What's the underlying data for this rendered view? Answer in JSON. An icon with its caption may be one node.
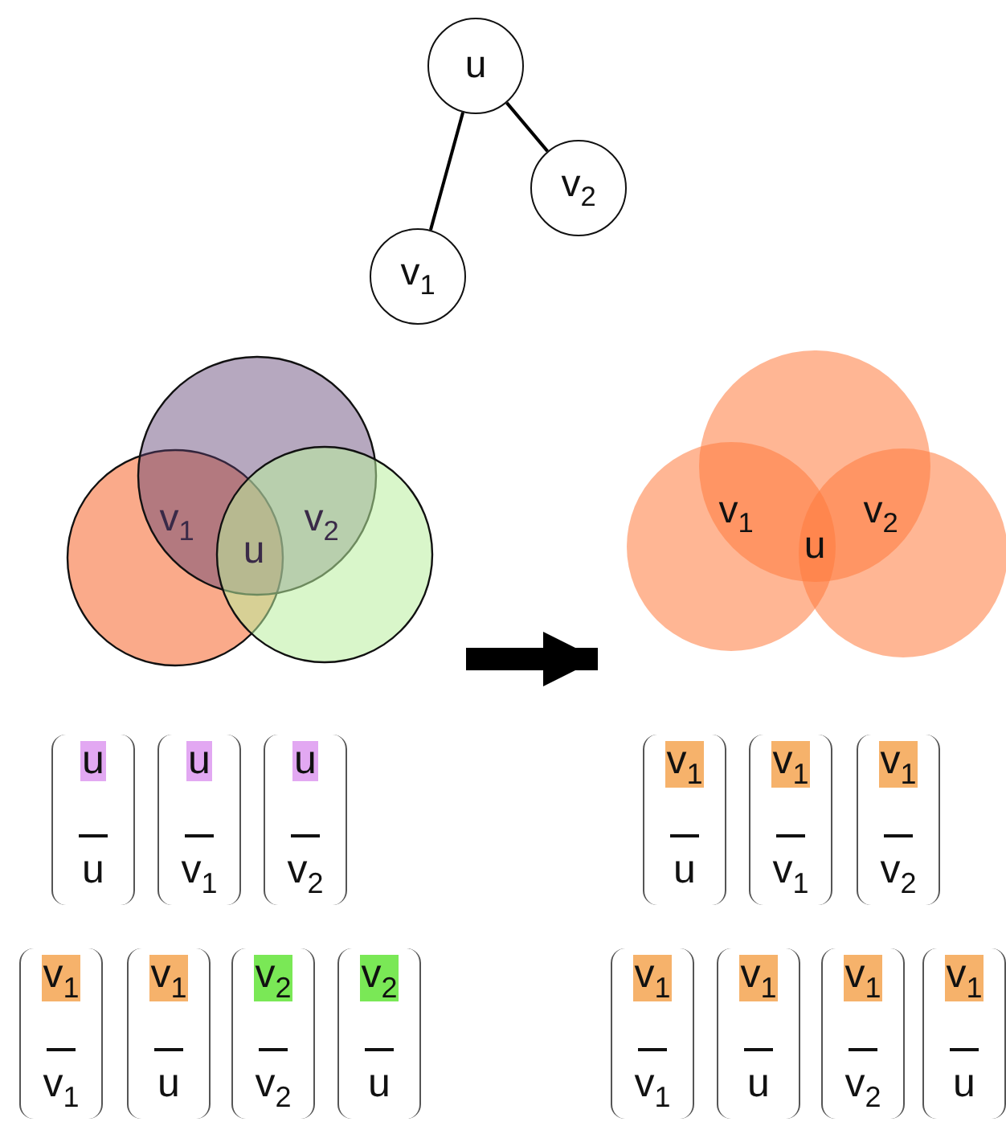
{
  "diagram": {
    "nodes": [
      {
        "text": [
          "u"
        ]
      },
      {
        "text": [
          "v$_{2}$"
        ]
      },
      {
        "text": [
          "v$_{1}$"
        ]
      },
      {
        "text": [
          "v$_{1}$",
          "u",
          "v$_{2}$"
        ]
      },
      {
        "text": [
          "v$_{1}$",
          "u",
          "v$_{2}$"
        ]
      }
    ],
    "edges": [
      {
        "from": 0,
        "to": 2,
        "arrow": "none"
      },
      {
        "from": 0,
        "to": 1,
        "arrow": "none"
      },
      {
        "from": 3,
        "to": 4,
        "arrow": "to",
        "style": "thick"
      }
    ],
    "labels": [
      "u",
      "u",
      "u",
      "v$_{1}$",
      "u",
      "v$_{2}$",
      "v$_{1}$",
      "u",
      "v$_{1}$",
      "v$_{1}$",
      "v$_{1}$",
      "v$_{2}$",
      "v$_{1}$",
      "v$_{1}$",
      "v$_{1}$",
      "u",
      "v$_{2}$",
      "v$_{2}$",
      "v$_{2}$",
      "u",
      "v$_{1}$",
      "v$_{1}$",
      "v$_{1}$",
      "u",
      "v$_{1}$",
      "v$_{2}$",
      "v$_{1}$",
      "u"
    ]
  }
}
